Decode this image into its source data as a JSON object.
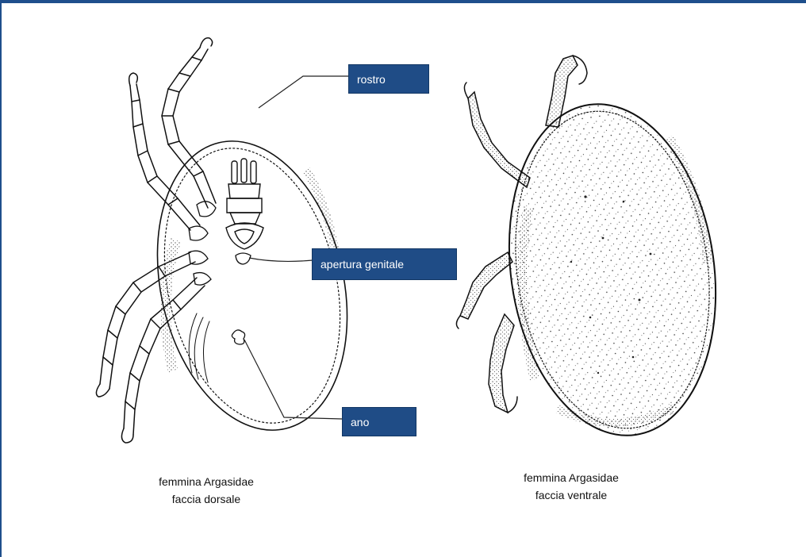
{
  "labels": {
    "rostro": "rostro",
    "apertura_genitale": "apertura genitale",
    "ano": "ano"
  },
  "captions": {
    "dorsal": {
      "line1": "femmina Argasidae",
      "line2": "faccia dorsale"
    },
    "ventral": {
      "line1": "femmina Argasidae",
      "line2": "faccia ventrale"
    }
  },
  "colors": {
    "frame": "#1f4f8c",
    "label_bg": "#1f4c86",
    "label_text": "#ffffff",
    "ink": "#111111"
  }
}
